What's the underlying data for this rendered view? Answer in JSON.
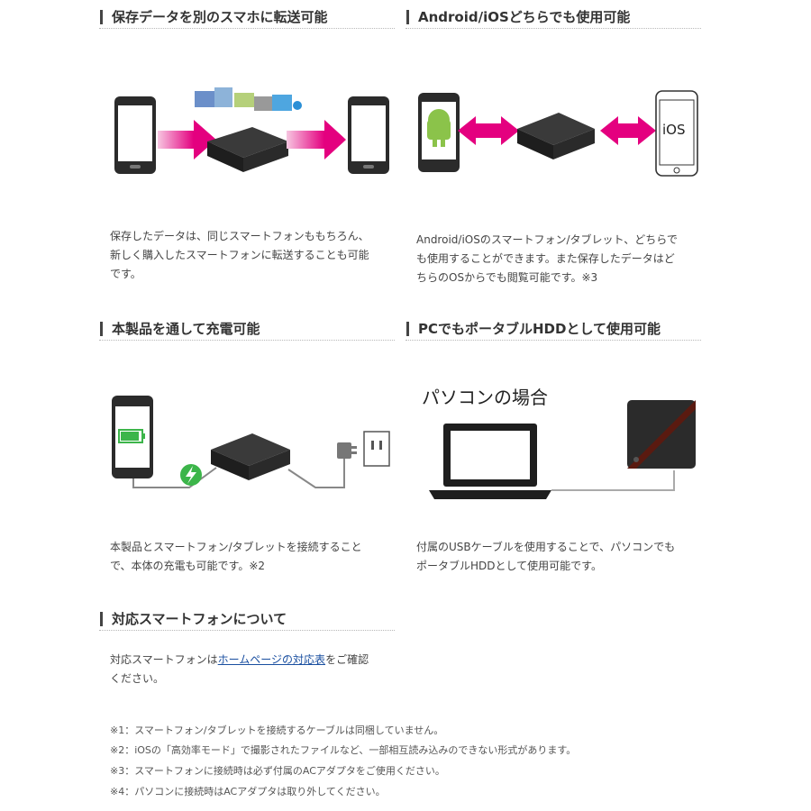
{
  "sections": [
    {
      "title": "保存データを別のスマホに転送可能",
      "text_lines": [
        "保存したデータは、同じスマートフォンももちろん、",
        "新しく購入したスマートフォンに転送することも可能",
        "です。"
      ]
    },
    {
      "title": "Android/iOSどちらでも使用可能",
      "text_lines": [
        "Android/iOSのスマートフォン/タブレット、どちらで",
        "も使用することができます。また保存したデータはど",
        "ちらのOSからでも閲覧可能です。※3"
      ],
      "ios_label": "iOS"
    },
    {
      "title": "本製品を通して充電可能",
      "text_lines": [
        "本製品とスマートフォン/タブレットを接続すること",
        "で、本体の充電も可能です。※2"
      ]
    },
    {
      "title": "PCでもポータブルHDDとして使用可能",
      "caption": "パソコンの場合",
      "text_lines": [
        "付属のUSBケーブルを使用することで、パソコンでも",
        "ポータブルHDDとして使用可能です。"
      ]
    },
    {
      "title": "対応スマートフォンについて",
      "text_before": "対応スマートフォンは",
      "link_text": "ホームページの対応表",
      "text_after": "をご確認",
      "text_line2": "ください。"
    }
  ],
  "notes": [
    "※1：スマートフォン/タブレットを接続するケーブルは同梱していません。",
    "※2：iOSの「高効率モード」で撮影されたファイルなど、一部相互読み込みのできない形式があります。",
    "※3：スマートフォンに接続時は必ず付属のACアダプタをご使用ください。",
    "※4：パソコンに接続時はACアダプタは取り外してください。"
  ],
  "colors": {
    "accent_pink": "#e4007f",
    "device_dark": "#2b2b2b",
    "android_green": "#8bc34a",
    "battery_green": "#3cb54a"
  }
}
